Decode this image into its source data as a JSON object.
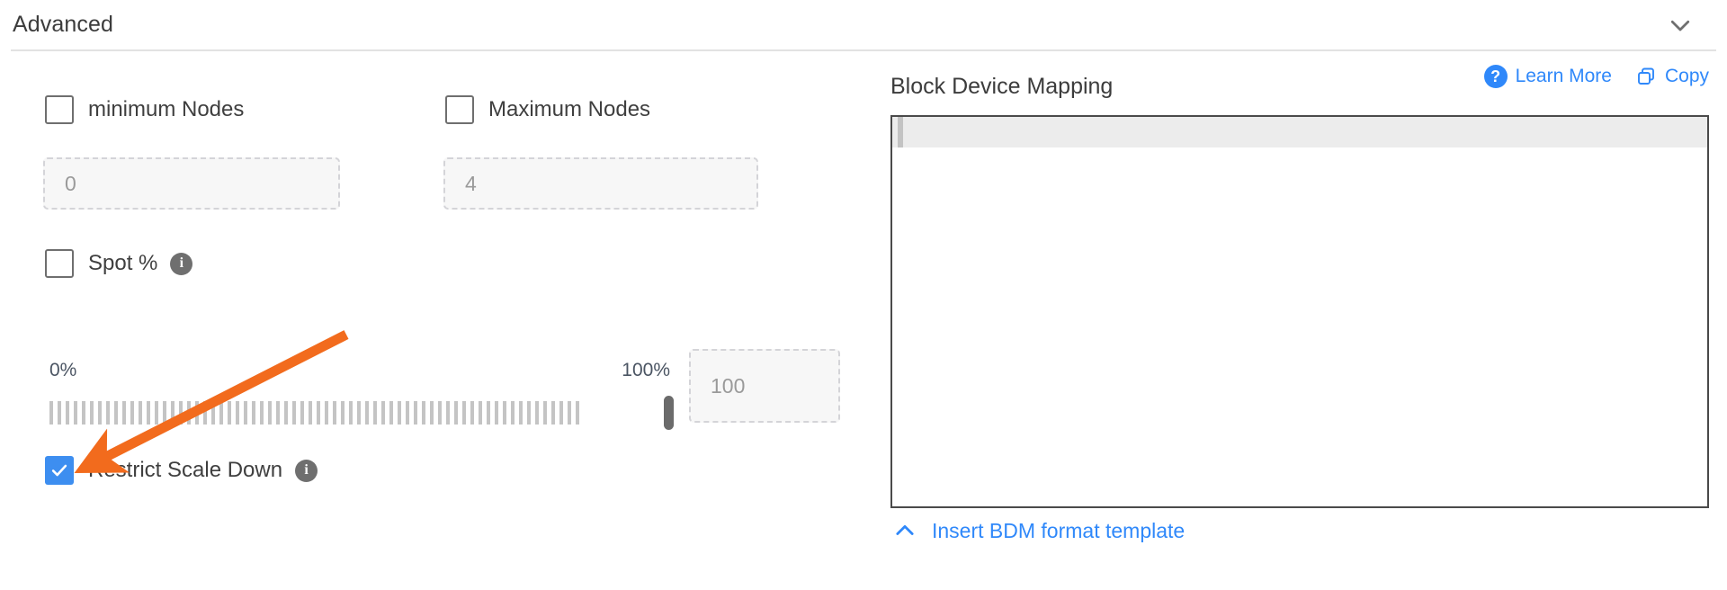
{
  "section": {
    "title": "Advanced",
    "collapse_icon": "chevron-down-icon"
  },
  "left": {
    "min_nodes": {
      "label": "minimum Nodes",
      "checked": false,
      "input_placeholder": "0"
    },
    "max_nodes": {
      "label": "Maximum Nodes",
      "checked": false,
      "input_placeholder": "4"
    },
    "spot": {
      "label": "Spot %",
      "checked": false,
      "info_icon": "info-icon"
    },
    "slider": {
      "min_label": "0%",
      "max_label": "100%",
      "value": 100,
      "value_text": "100",
      "tick_count": 66
    },
    "restrict_scale_down": {
      "label": "Restrict Scale Down",
      "checked": true,
      "info_icon": "info-icon",
      "check_color": "#3d8ef0"
    }
  },
  "right": {
    "title": "Block Device Mapping",
    "learn_more": {
      "label": "Learn More",
      "icon": "question-circle-icon"
    },
    "copy": {
      "label": "Copy",
      "icon": "copy-icon"
    },
    "editor": {
      "content": ""
    },
    "footer": {
      "label": "Insert BDM format template",
      "icon": "chevron-up-icon"
    },
    "link_color": "#2f88fa"
  },
  "annotation": {
    "type": "arrow",
    "color": "#f26b1d",
    "points_to": "restrict-scale-down-checkbox"
  }
}
